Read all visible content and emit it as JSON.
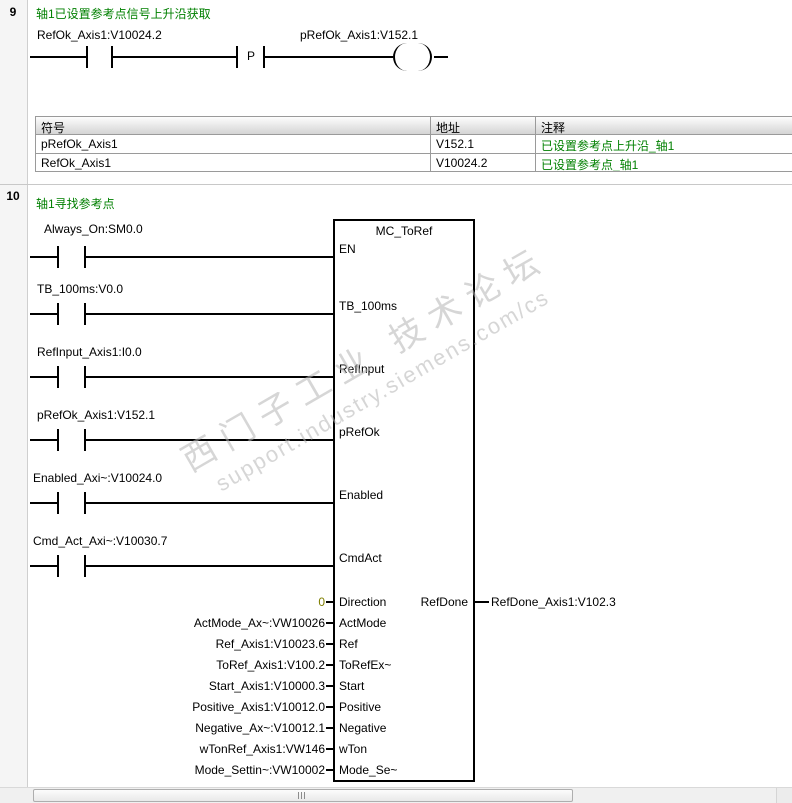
{
  "colors": {
    "network_title_green": "#008000",
    "comment_green": "#008000",
    "constant_olive": "#7f7f00",
    "wire_black": "#000000",
    "background": "#ffffff"
  },
  "watermark": {
    "line1": "西门子工业 技术论坛",
    "line2": "support.industry.siemens.com/cs"
  },
  "scrollbar": {
    "orientation": "horizontal"
  },
  "networks": [
    {
      "number": "9",
      "title": "轴1已设置参考点信号上升沿获取",
      "rung": {
        "contact_label": "RefOk_Axis1:V10024.2",
        "edge_label": "P",
        "coil_label": "pRefOk_Axis1:V152.1"
      },
      "symbol_table": {
        "headers": [
          "符号",
          "地址",
          "注释"
        ],
        "rows": [
          {
            "symbol": "pRefOk_Axis1",
            "address": "V152.1",
            "comment": "已设置参考点上升沿_轴1"
          },
          {
            "symbol": "RefOk_Axis1",
            "address": "V10024.2",
            "comment": "已设置参考点_轴1"
          }
        ]
      }
    },
    {
      "number": "10",
      "title": "轴1寻找参考点",
      "block": {
        "title": "MC_ToRef"
      },
      "contacts": [
        {
          "label": "Always_On:SM0.0",
          "pin": "EN"
        },
        {
          "label": "TB_100ms:V0.0",
          "pin": "TB_100ms"
        },
        {
          "label": "RefInput_Axis1:I0.0",
          "pin": "RefInput"
        },
        {
          "label": "pRefOk_Axis1:V152.1",
          "pin": "pRefOk"
        },
        {
          "label": "Enabled_Axi~:V10024.0",
          "pin": "Enabled"
        },
        {
          "label": "Cmd_Act_Axi~:V10030.7",
          "pin": "CmdAct"
        }
      ],
      "params": [
        {
          "value": "0",
          "pin": "Direction"
        },
        {
          "value": "ActMode_Ax~:VW10026",
          "pin": "ActMode"
        },
        {
          "value": "Ref_Axis1:V10023.6",
          "pin": "Ref"
        },
        {
          "value": "ToRef_Axis1:V100.2",
          "pin": "ToRefEx~"
        },
        {
          "value": "Start_Axis1:V10000.3",
          "pin": "Start"
        },
        {
          "value": "Positive_Axis1:V10012.0",
          "pin": "Positive"
        },
        {
          "value": "Negative_Ax~:V10012.1",
          "pin": "Negative"
        },
        {
          "value": "wTonRef_Axis1:VW146",
          "pin": "wTon"
        },
        {
          "value": "Mode_Settin~:VW10002",
          "pin": "Mode_Se~"
        }
      ],
      "outputs": [
        {
          "pin": "RefDone",
          "value": "RefDone_Axis1:V102.3"
        }
      ]
    }
  ]
}
